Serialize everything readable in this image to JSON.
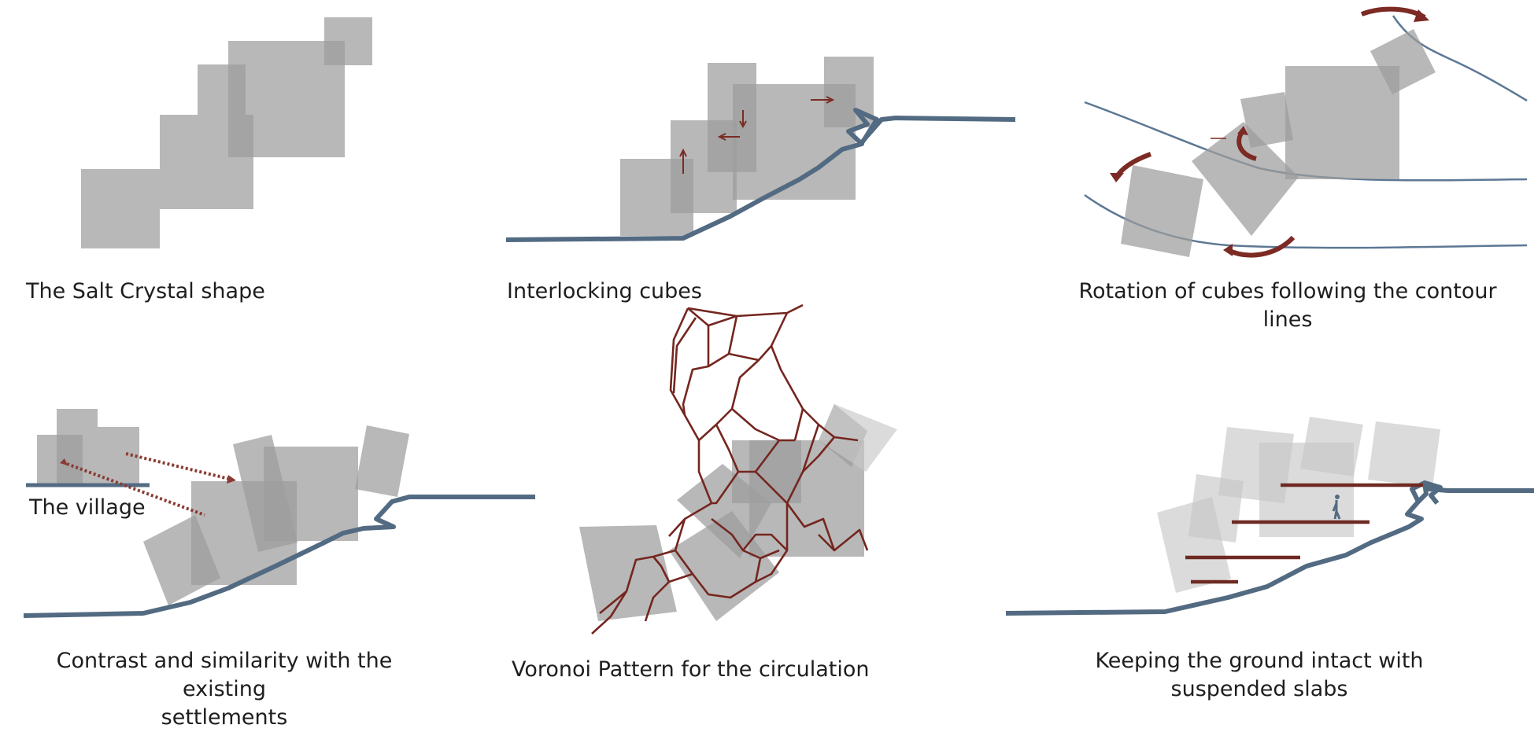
{
  "panels": [
    {
      "caption": "The Salt Crystal shape"
    },
    {
      "caption": "Interlocking cubes"
    },
    {
      "caption_line1": "Rotation of cubes following the contour",
      "caption_line2": "lines"
    },
    {
      "caption_line1": "Contrast and similarity with the existing",
      "caption_line2": "settlements",
      "inset_label": "The village"
    },
    {
      "caption": "Voronoi Pattern for the circulation"
    },
    {
      "caption_line1": "Keeping the ground intact with",
      "caption_line2": "suspended slabs"
    }
  ],
  "colors": {
    "cube": "#9d9d9d",
    "cube_light": "#c8c8c8",
    "ground": "#536b82",
    "contour": "#5c7894",
    "accent": "#7a2b24"
  }
}
